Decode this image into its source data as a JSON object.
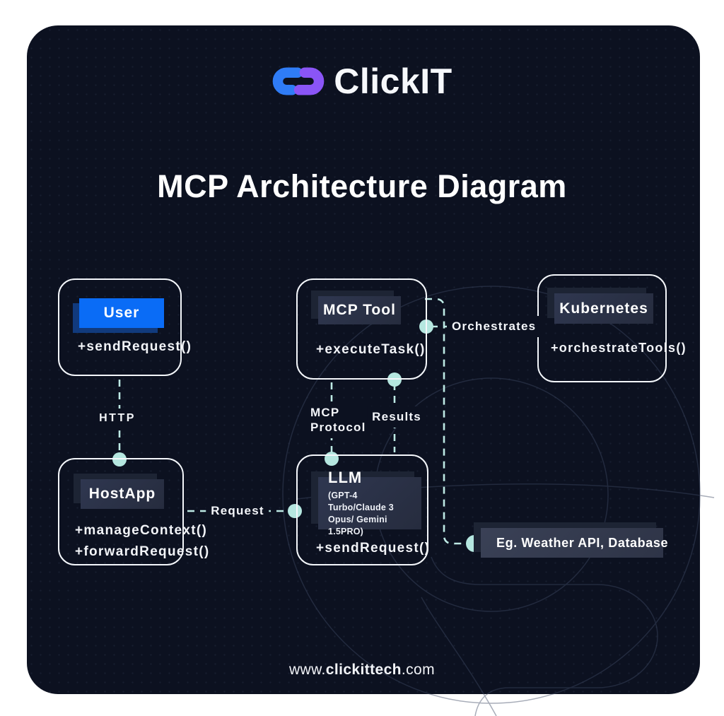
{
  "brand": {
    "name": "ClickIT"
  },
  "title": "MCP Architecture Diagram",
  "nodes": {
    "user": {
      "title": "User",
      "methods": [
        "+sendRequest()"
      ]
    },
    "mcp_tool": {
      "title": "MCP Tool",
      "methods": [
        "+executeTask()"
      ]
    },
    "kubernetes": {
      "title": "Kubernetes",
      "methods": [
        "+orchestrateTools()"
      ]
    },
    "host_app": {
      "title": "HostApp",
      "methods": [
        "+manageContext()",
        "+forwardRequest()"
      ]
    },
    "llm": {
      "title": "LLM",
      "subtitle": "(GPT-4 Turbo/Claude 3 Opus/ Gemini 1.5PRO)",
      "methods": [
        "+sendRequest()"
      ]
    },
    "external": {
      "title": "Eg. Weather API, Database"
    }
  },
  "edges": {
    "http": {
      "label": "HTTP"
    },
    "request": {
      "label": "Request"
    },
    "mcp_protocol": {
      "label": "MCP Protocol"
    },
    "results": {
      "label": "Results"
    },
    "orchestrates": {
      "label": "Orchestrates"
    }
  },
  "footer": {
    "prefix": "www.",
    "domain": "clickittech",
    "suffix": ".com"
  },
  "colors": {
    "card_background": "#0c1120",
    "accent_blue": "#0a6cf6",
    "logo_blue": "#2f7cf6",
    "logo_purple": "#8a55f6",
    "connector_teal": "#bde9e4",
    "node_border": "#f4f7fb",
    "header_dark": "#2b3144"
  }
}
